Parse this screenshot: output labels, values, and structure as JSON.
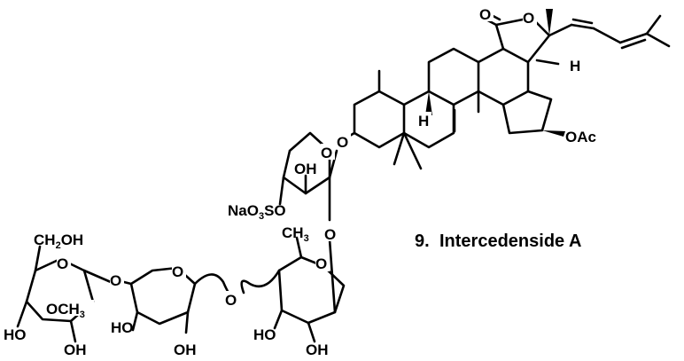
{
  "compound": {
    "number": "9.",
    "name": "Intercedenside A"
  },
  "labels": {
    "lactone_o": "O",
    "ring_o": "O",
    "h_c17": "H",
    "oac": "OAc",
    "h_c9": "H",
    "o_c3": "O",
    "xyl_ring_o": "O",
    "oh_xyl": "OH",
    "naso3_na": "NaO",
    "naso3_3": "3",
    "naso3_so": "SO",
    "o_link_qui": "O",
    "ch3_qui_c": "CH",
    "ch3_qui_3": "3",
    "qui_ring_o": "O",
    "ch2oh_ch": "CH",
    "ch2oh_2": "2",
    "ch2oh_oh": "OH",
    "glc_ring_o": "O",
    "o_link_1": "O",
    "och3_o": "OCH",
    "och3_3": "3",
    "xyl2_ring_o": "O",
    "o_link_2": "O",
    "ho_glc": "HO",
    "oh_glc": "OH",
    "ho_xyl2": "HO",
    "oh_xyl2": "OH",
    "ho_qui": "HO",
    "oh_qui": "OH"
  }
}
